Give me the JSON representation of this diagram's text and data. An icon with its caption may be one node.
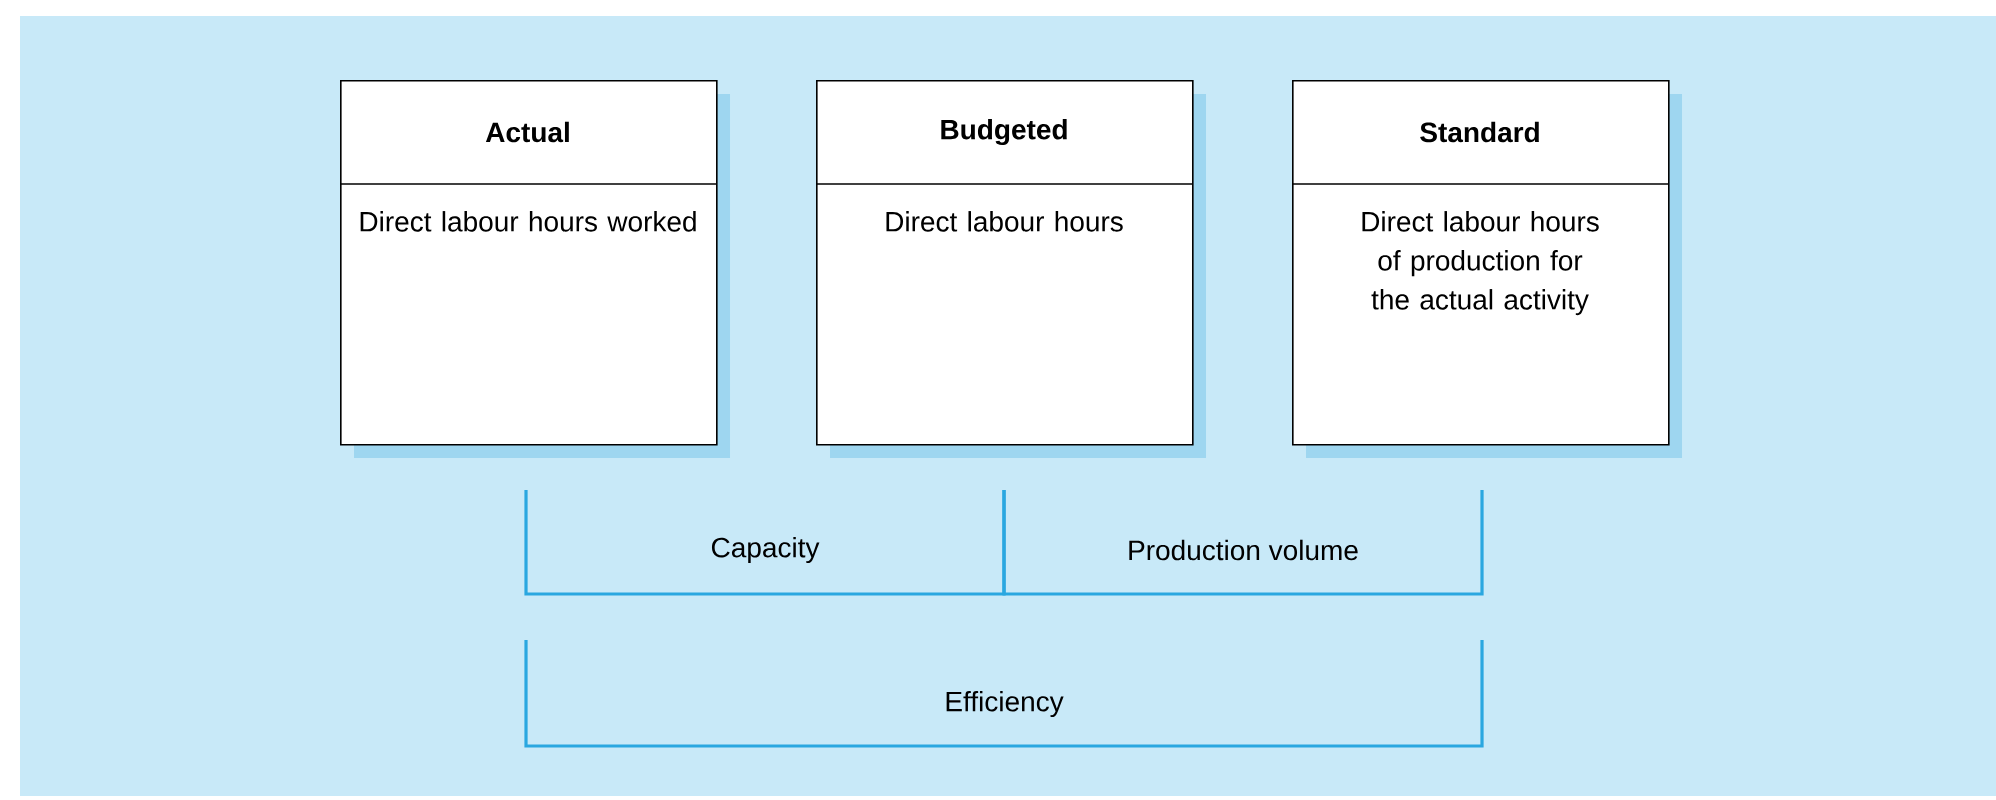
{
  "diagram": {
    "nodes": [
      {
        "text": [
          "Actual",
          "Direct labour hours worked"
        ]
      },
      {
        "text": [
          "Budgeted",
          "Direct labour hours"
        ]
      },
      {
        "text": [
          "Standard",
          "Direct labour hours of production for the actual activity"
        ]
      }
    ],
    "labels": [
      "Capacity",
      "Production volume",
      "Efficiency"
    ]
  }
}
